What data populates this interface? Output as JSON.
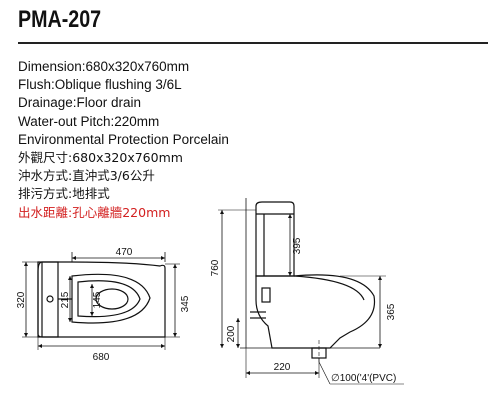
{
  "title": "PMA-207",
  "specs": [
    {
      "text": "Dimension:680x320x760mm",
      "lang": "en",
      "highlight": false
    },
    {
      "text": "Flush:Oblique flushing 3/6L",
      "lang": "en",
      "highlight": false
    },
    {
      "text": "Drainage:Floor drain",
      "lang": "en",
      "highlight": false
    },
    {
      "text": "Water-out Pitch:220mm",
      "lang": "en",
      "highlight": false
    },
    {
      "text": "Environmental Protection Porcelain",
      "lang": "en",
      "highlight": false
    },
    {
      "text": "外觀尺寸:680x320x760mm",
      "lang": "zh",
      "highlight": false
    },
    {
      "text": "沖水方式:直沖式3/6公升",
      "lang": "zh",
      "highlight": false
    },
    {
      "text": "排污方式:地排式",
      "lang": "zh",
      "highlight": false
    },
    {
      "text": "出水距離:孔心離牆220mm",
      "lang": "zh",
      "highlight": true
    }
  ],
  "highlight_color": "#d32020",
  "dimensions": {
    "top_width": "470",
    "top_depth": "320",
    "bowl_depth": "215",
    "seat_depth": "145",
    "outer_depth": "345",
    "overall_length": "680",
    "overall_height": "760",
    "tank_height": "395",
    "side_height": "365",
    "inlet_height": "200",
    "outlet_pitch": "220",
    "outlet_pipe": "∅100('4'(PVC)"
  }
}
